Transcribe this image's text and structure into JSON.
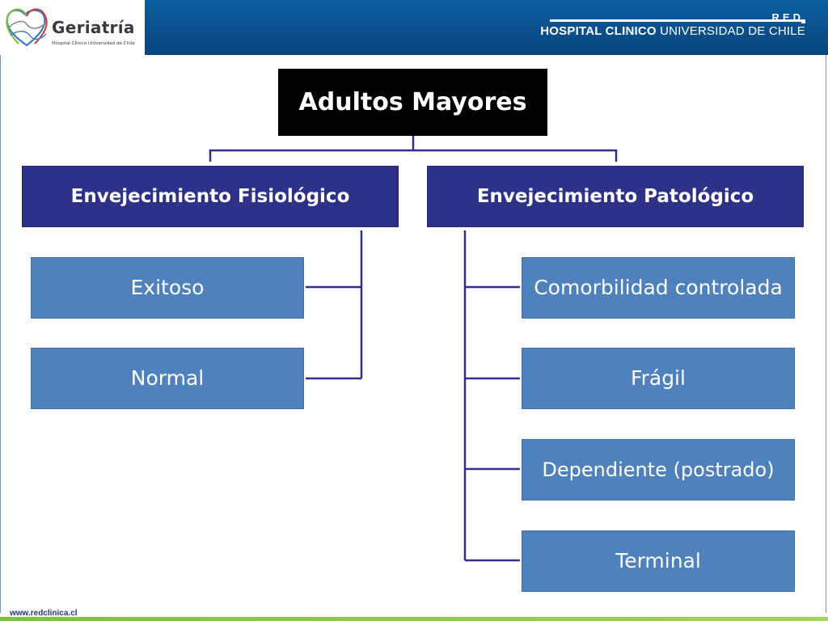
{
  "header": {
    "logo_title": "Geriatría",
    "logo_subtitle": "Hospital Clínico Universidad de Chile",
    "red_label": "RED",
    "hospital_bold": "HOSPITAL CLINICO",
    "hospital_regular": "UNIVERSIDAD DE CHILE",
    "band_color": "#0a4f8c"
  },
  "diagram": {
    "root": "Adultos Mayores",
    "branches": [
      {
        "label": "Envejecimiento Fisiológico",
        "children": [
          "Exitoso",
          "Normal"
        ]
      },
      {
        "label": "Envejecimiento Patológico",
        "children": [
          "Comorbilidad controlada",
          "Frágil",
          "Dependiente (postrado)",
          "Terminal"
        ]
      }
    ],
    "colors": {
      "root": "#000000",
      "branch": "#2e3188",
      "leaf": "#4f81bd",
      "connector": "#2e3188"
    }
  },
  "footer": {
    "url": "www.redclinica.cl"
  }
}
